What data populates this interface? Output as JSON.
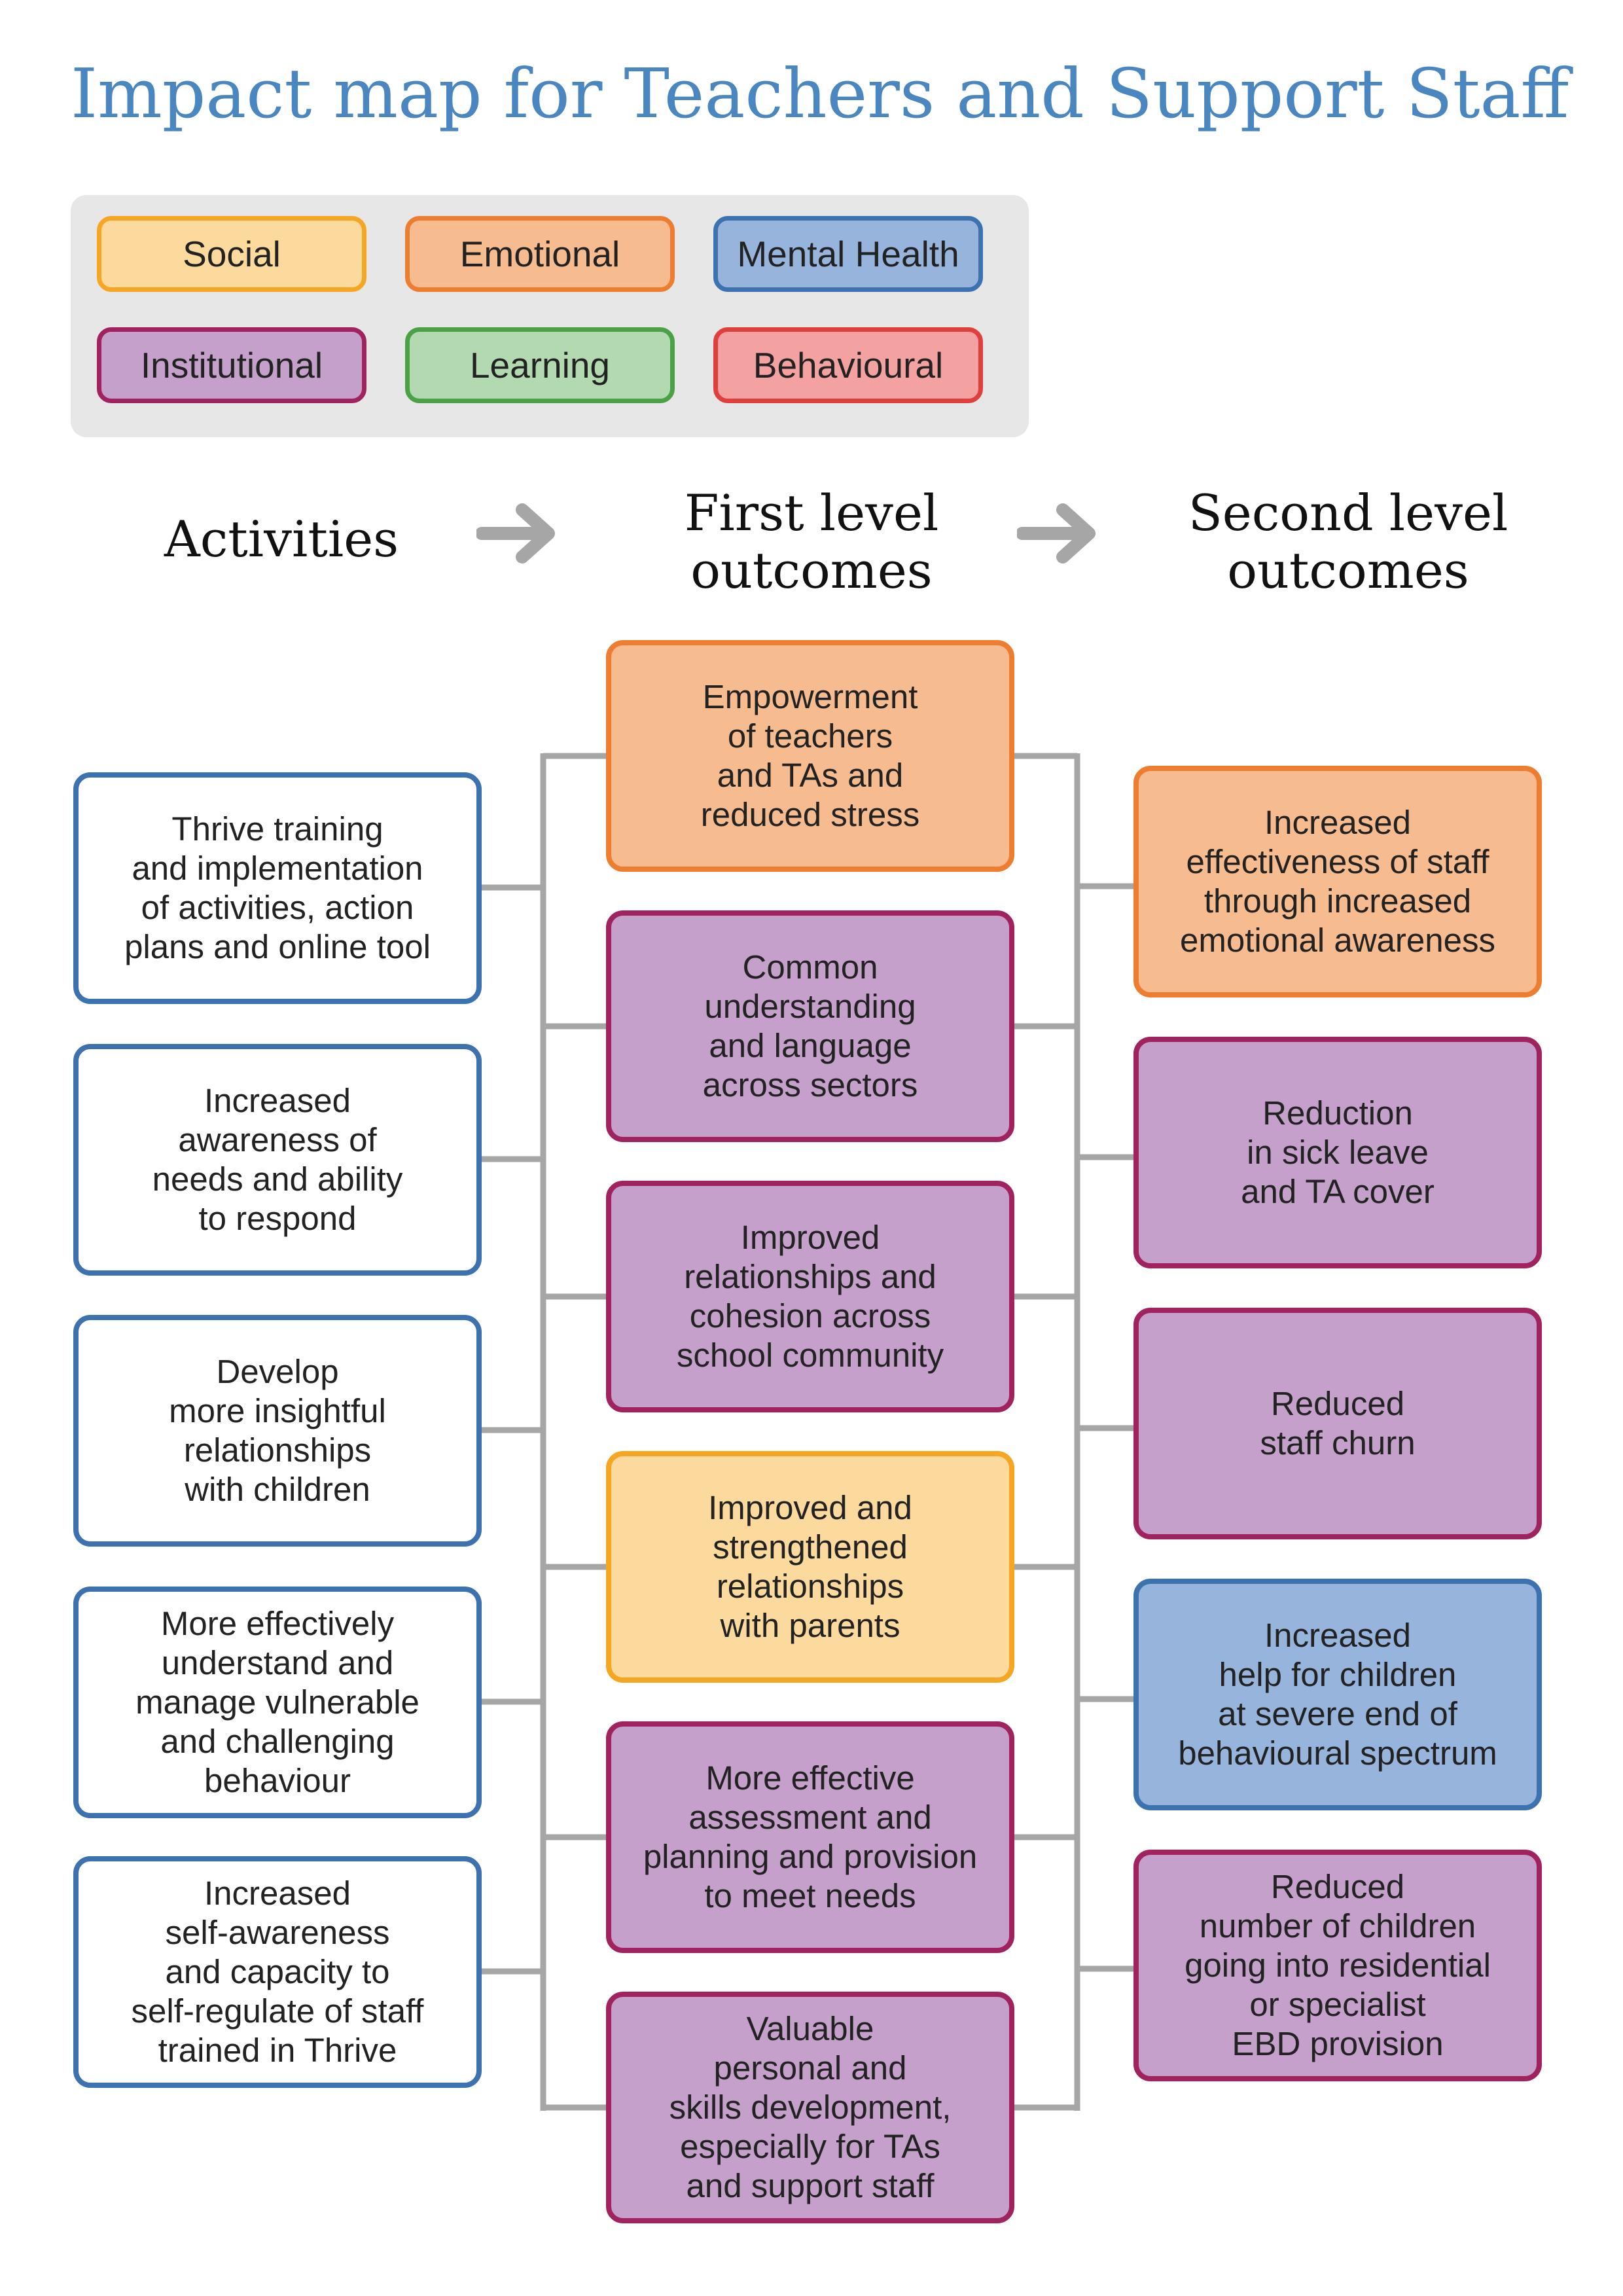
{
  "title": "Impact map for Teachers and Support Staff",
  "legend": [
    {
      "label": "Social",
      "fill": "#fcd99c",
      "stroke": "#f5a623"
    },
    {
      "label": "Emotional",
      "fill": "#f6bb8e",
      "stroke": "#ed7d31"
    },
    {
      "label": "Mental Health",
      "fill": "#97b5dc",
      "stroke": "#3d72b0"
    },
    {
      "label": "Institutional",
      "fill": "#c4a0ca",
      "stroke": "#a0225e"
    },
    {
      "label": "Learning",
      "fill": "#b3d9b1",
      "stroke": "#4ba146"
    },
    {
      "label": "Behavioural",
      "fill": "#f4a1a1",
      "stroke": "#e0403d"
    }
  ],
  "headers": {
    "activities": "Activities",
    "first_level": "First level\noutcomes",
    "second_level": "Second level\noutcomes"
  },
  "activities": [
    "Thrive training\nand implementation\nof activities, action\nplans and online tool",
    "Increased\nawareness of\nneeds and ability\nto respond",
    "Develop\nmore insightful\nrelationships\nwith children",
    "More effectively\nunderstand and\nmanage vulnerable\nand challenging\nbehaviour",
    "Increased\nself-awareness\nand capacity to\nself-regulate of staff\ntrained in Thrive"
  ],
  "first_level_outcomes": [
    {
      "text": "Empowerment\nof teachers\nand TAs and\nreduced stress",
      "category": "Emotional"
    },
    {
      "text": "Common\nunderstanding\nand language\nacross sectors",
      "category": "Institutional"
    },
    {
      "text": "Improved\nrelationships and\ncohesion across\nschool community",
      "category": "Institutional"
    },
    {
      "text": "Improved and\nstrengthened\nrelationships\nwith parents",
      "category": "Social"
    },
    {
      "text": "More effective\nassessment and\nplanning and provision\nto meet needs",
      "category": "Institutional"
    },
    {
      "text": "Valuable\npersonal and\nskills development,\nespecially for TAs\nand support staff",
      "category": "Institutional"
    }
  ],
  "second_level_outcomes": [
    {
      "text": "Increased\neffectiveness of staff\nthrough increased\nemotional awareness",
      "category": "Emotional"
    },
    {
      "text": "Reduction\nin sick leave\nand TA cover",
      "category": "Institutional"
    },
    {
      "text": "Reduced\nstaff churn",
      "category": "Institutional"
    },
    {
      "text": "Increased\nhelp for children\nat severe end of\nbehavioural spectrum",
      "category": "Mental Health"
    },
    {
      "text": "Reduced\nnumber of children\ngoing into residential\nor specialist\nEBD provision",
      "category": "Institutional"
    }
  ],
  "connector_color": "#a6a6a6",
  "arrow_color": "#a6a6a6"
}
